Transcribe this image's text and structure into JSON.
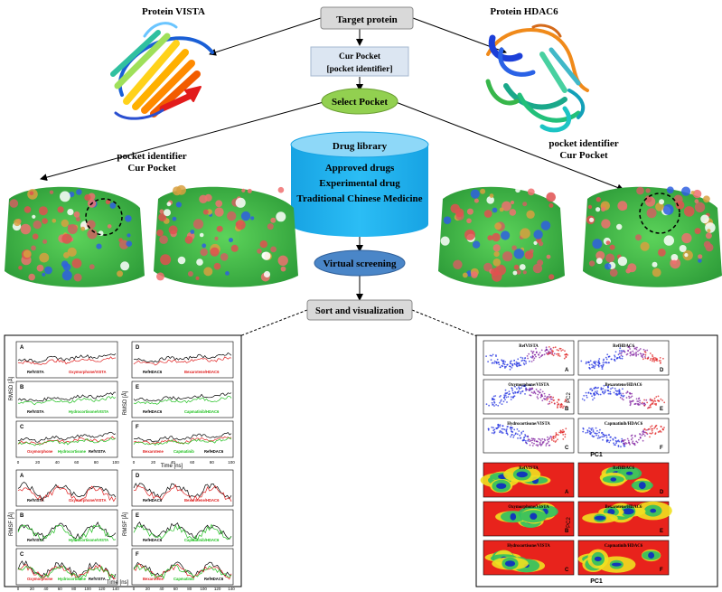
{
  "target_box": "Target protein",
  "protein_left": "Protein VISTA",
  "protein_right": "Protein HDAC6",
  "cur_pocket": {
    "line1": "Cur Pocket",
    "line2": "[pocket identifier]"
  },
  "select_pocket": "Select Pocket",
  "left_pocket_label": {
    "line1": "pocket identifier",
    "line2": "Cur Pocket"
  },
  "right_pocket_label": {
    "line1": "pocket identifier",
    "line2": "Cur Pocket"
  },
  "drug_library": {
    "title": "Drug library",
    "items": [
      "Approved drugs",
      "Experimental drug",
      "Traditional Chinese Medicine"
    ]
  },
  "virtual_screening": "Virtual screening",
  "sort_box": "Sort and visualization",
  "left_panel": {
    "rmsd_ylabel": "RMSD [Å]",
    "rmsf_ylabel": "RMSF [Å]",
    "time_label": "Time [ns]",
    "rmsd_letters": [
      "A",
      "B",
      "C",
      "D",
      "E",
      "F"
    ],
    "rmsf_letters": [
      "A",
      "B",
      "C",
      "D",
      "E",
      "F"
    ],
    "rmsd_x_ticks": [
      "0",
      "20",
      "40",
      "60",
      "80",
      "100"
    ],
    "rmsf_x_ticks": [
      "0",
      "20",
      "40",
      "60",
      "80",
      "100",
      "120",
      "140"
    ],
    "legends": {
      "A": [
        "RefVISTA",
        "Oxymorphone/VISTA"
      ],
      "B": [
        "RefVISTA",
        "Hydrocortisone/VISTA"
      ],
      "C": [
        "Oxymorphone",
        "Hydrocortisone",
        "RefVISTA"
      ],
      "D": [
        "RefHDAC6",
        "Bexarotene/HDAC6"
      ],
      "E": [
        "RefHDAC6",
        "Capmatinib/HDAC6"
      ],
      "F": [
        "Bexarotene",
        "Capmatinib",
        "RefHDAC6"
      ]
    }
  },
  "right_panel": {
    "pc1": "PC1",
    "pc2": "PC2",
    "top_titles": [
      "RefVISTA",
      "RefHDAC6",
      "Oxymorphone/VISTA",
      "Bexarotene/HDAC6",
      "Hydrocortisone/VISTA",
      "Capmatinib/HDAC6"
    ],
    "bottom_titles": [
      "RefVISTA",
      "RefHDAC6",
      "Oxymorphone/VISTA",
      "Bexarotene/HDAC6",
      "Hydrocortisone/VISTA",
      "Capmatinib/HDAC6"
    ],
    "letters": [
      "A",
      "D",
      "B",
      "E",
      "C",
      "F"
    ]
  },
  "colors": {
    "box_fill": "#d9d9d9",
    "cur_pocket_fill": "#dce6f2",
    "select_fill": "#92d050",
    "cylinder_fill": "#1fb0ee",
    "cylinder_top": "#8ed8f8",
    "screening_fill": "#4a86c8",
    "surface_green": "#43c04a",
    "heatmap_red": "#e8231c",
    "ref_line": "#000000",
    "drug1_line": "#e02020",
    "drug2_line": "#20c020"
  }
}
